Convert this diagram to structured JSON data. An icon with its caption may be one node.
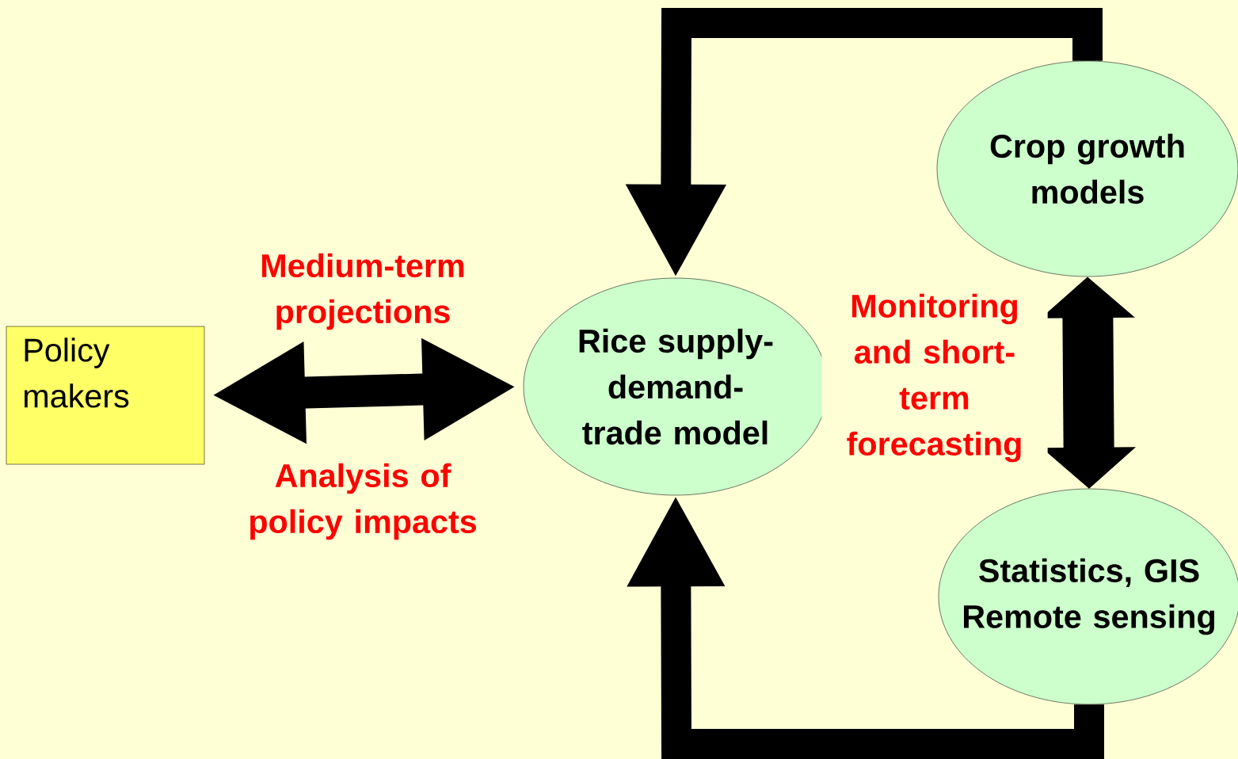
{
  "diagram": {
    "nodes": [
      {
        "text": [
          "Policy makers"
        ]
      },
      {
        "text": [
          "Rice supply-demand-trade model"
        ]
      },
      {
        "text": [
          "Crop growth models"
        ]
      },
      {
        "text": [
          "Statistics, GIS Remote sensing"
        ]
      }
    ],
    "edges": [
      {
        "from": 0,
        "to": 1,
        "arrow": "both",
        "label": "Medium-term projections"
      },
      {
        "from": 2,
        "to": 1,
        "arrow": "to"
      },
      {
        "from": 3,
        "to": 1,
        "arrow": "to"
      },
      {
        "from": 2,
        "to": 3,
        "arrow": "both",
        "label": "Monitoring and short-term forecasting"
      }
    ],
    "labels": [
      "Analysis of policy impacts"
    ]
  }
}
